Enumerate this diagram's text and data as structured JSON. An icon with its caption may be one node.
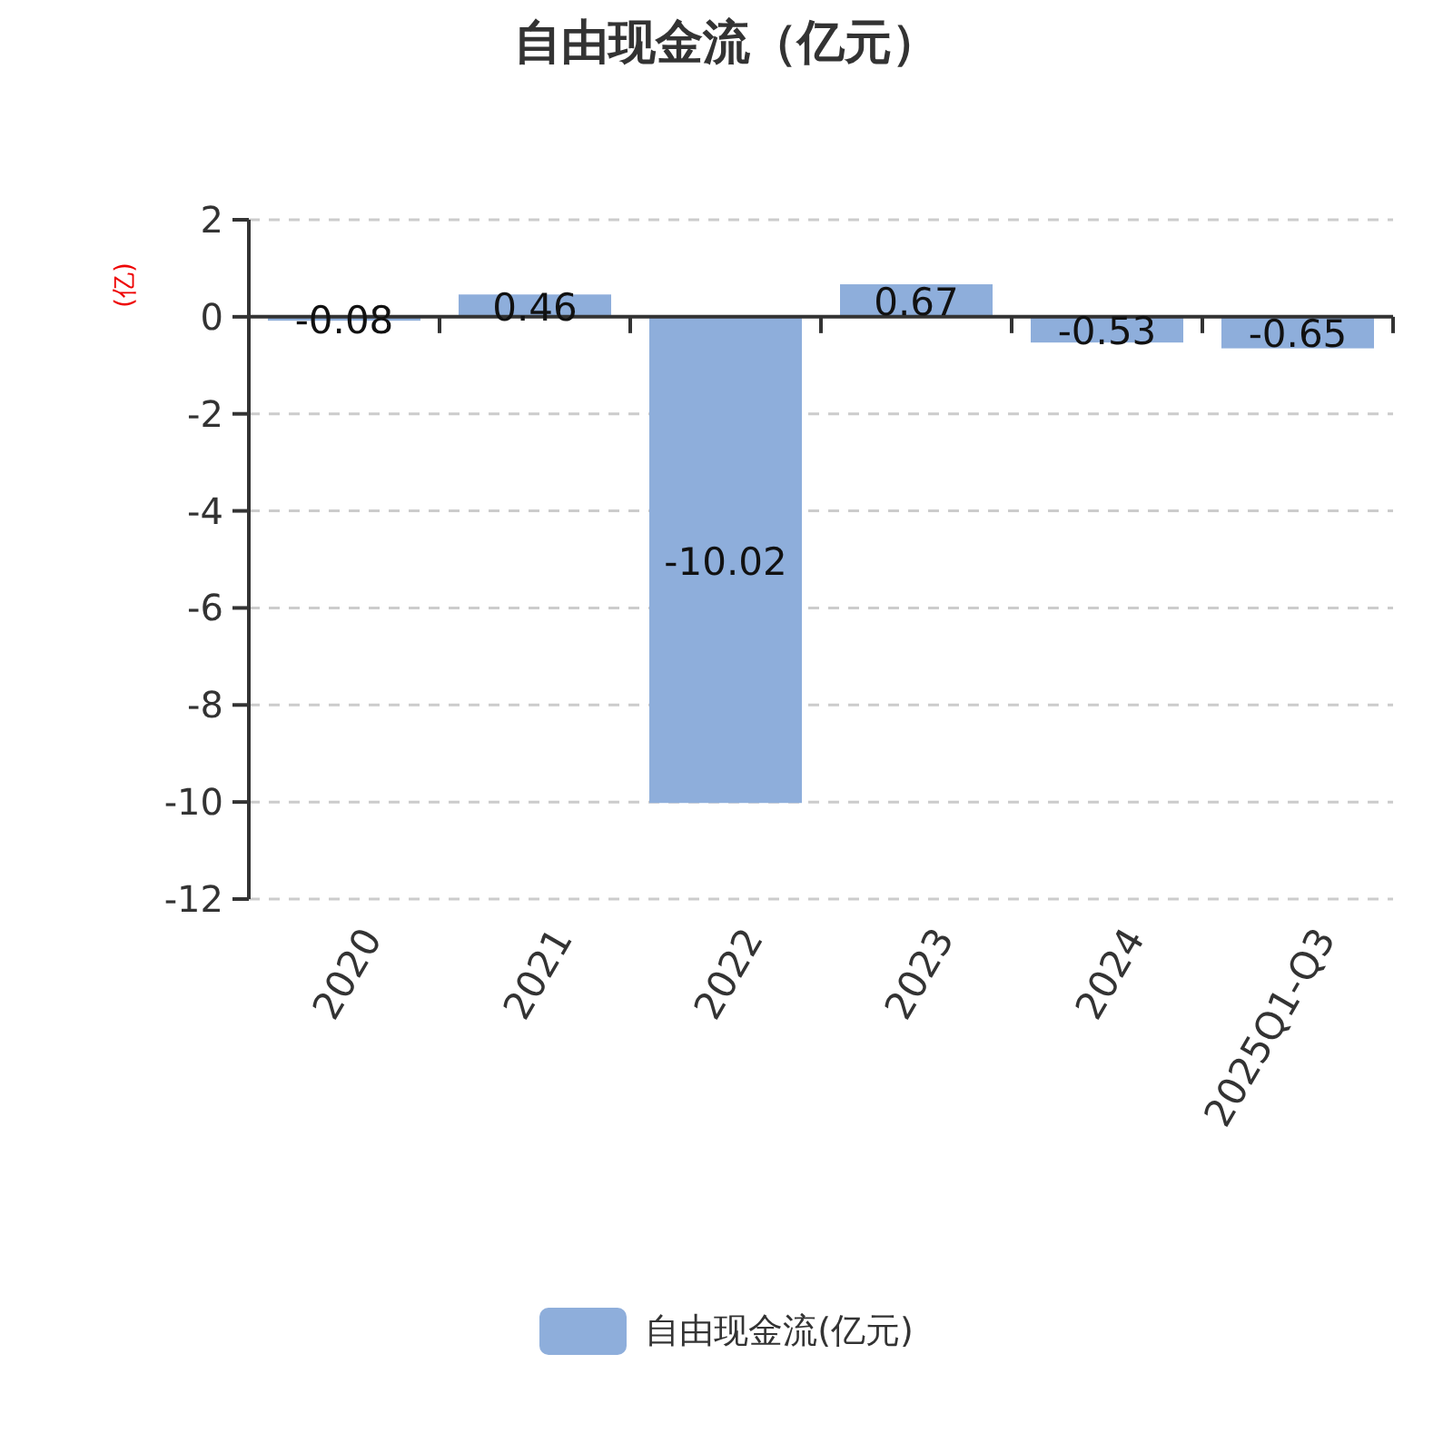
{
  "diagram": {
    "title": "自由现金流（亿元）",
    "chart_data": {
      "type": "bar",
      "ylabel": "(亿)",
      "categories": [
        "2020",
        "2021",
        "2022",
        "2023",
        "2024",
        "2025Q1-Q3"
      ],
      "series": [
        {
          "name": "自由现金流(亿元)",
          "color": "#8eaedb",
          "values": [
            -0.08,
            0.46,
            -10.02,
            0.67,
            -0.53,
            -0.65
          ]
        }
      ],
      "grid": true,
      "ylim": [
        -12,
        2
      ],
      "yticks": [
        -12,
        -10,
        -8,
        -6,
        -4,
        -2,
        0,
        2
      ],
      "data_labels": true
    }
  }
}
